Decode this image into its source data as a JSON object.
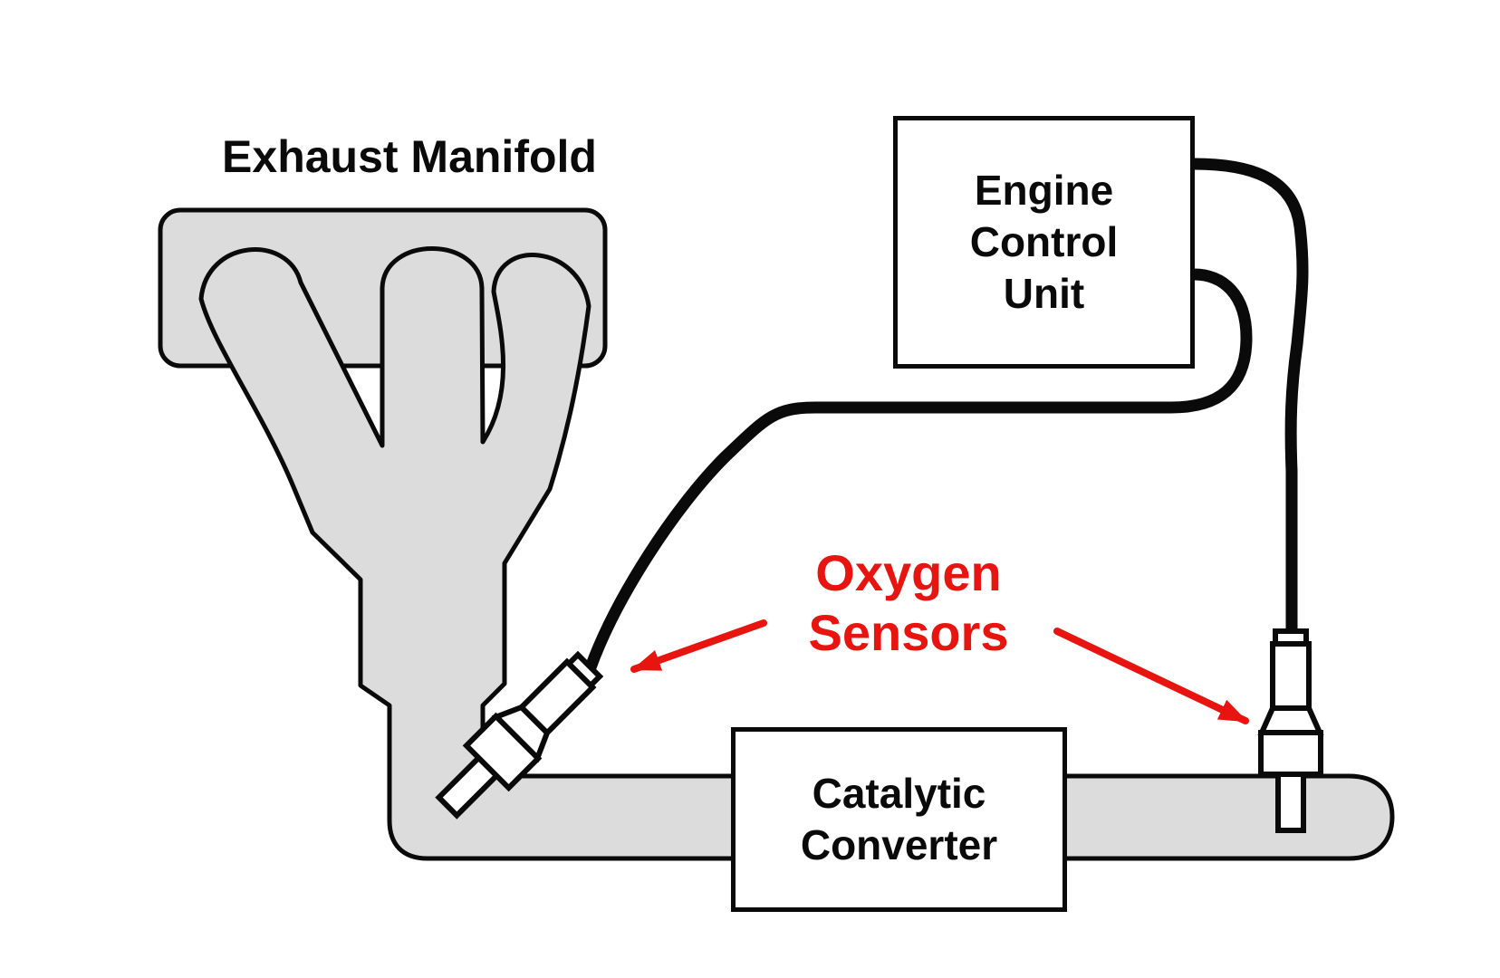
{
  "diagram": {
    "labels": {
      "exhaust_manifold": "Exhaust Manifold",
      "engine_control_unit_lines": [
        "Engine",
        "Control",
        "Unit"
      ],
      "oxygen_sensors_lines": [
        "Oxygen",
        "Sensors"
      ],
      "catalytic_converter_lines": [
        "Catalytic",
        "Converter"
      ]
    },
    "colors": {
      "pipe_fill": "#dcdcdc",
      "outline": "#0a0a0a",
      "annotation": "#e8140f",
      "box_fill": "#ffffff",
      "label_text": "#0a0a0a",
      "page_bg": "#ffffff"
    }
  }
}
